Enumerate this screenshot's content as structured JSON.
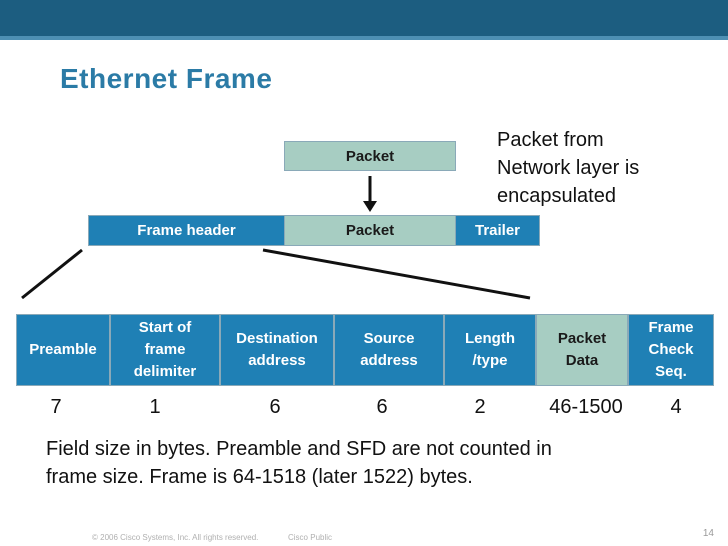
{
  "title": "Ethernet Frame",
  "note": {
    "line1": "Packet from",
    "line2": "Network layer is",
    "line3": "encapsulated"
  },
  "packet_label": "Packet",
  "frame_row": {
    "header": "Frame header",
    "packet": "Packet",
    "trailer": "Trailer"
  },
  "fields": [
    {
      "lines": [
        "Preamble"
      ],
      "size": "7"
    },
    {
      "lines": [
        "Start of",
        "frame",
        "delimiter"
      ],
      "size": "1"
    },
    {
      "lines": [
        "Destination",
        "address"
      ],
      "size": "6"
    },
    {
      "lines": [
        "Source",
        "address"
      ],
      "size": "6"
    },
    {
      "lines": [
        "Length",
        "/type"
      ],
      "size": "2"
    },
    {
      "lines": [
        "Packet",
        "Data"
      ],
      "size": "46-1500"
    },
    {
      "lines": [
        "Frame",
        "Check",
        "Seq."
      ],
      "size": "4"
    }
  ],
  "caption": {
    "line1": "Field size in bytes. Preamble and SFD are not counted in",
    "line2": "frame size. Frame is 64-1518 (later 1522) bytes."
  },
  "footer": {
    "copyright": "© 2006 Cisco Systems, Inc. All rights reserved.",
    "classification": "Cisco Public",
    "page_number": "14"
  },
  "colors": {
    "header_bar": "#1c5d80",
    "title": "#2b7ba6",
    "field_blue": "#1f80b5",
    "packet_green": "#a7cdc2"
  }
}
